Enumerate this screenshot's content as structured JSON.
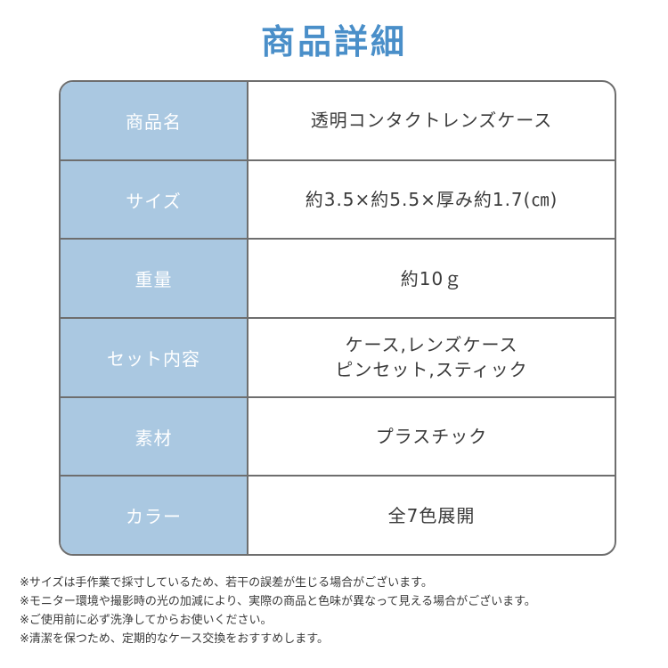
{
  "title": "商品詳細",
  "rows": [
    {
      "label": "商品名",
      "value": [
        "透明コンタクトレンズケース"
      ]
    },
    {
      "label": "サイズ",
      "value": [
        "約3.5×約5.5×厚み約1.7(㎝)"
      ]
    },
    {
      "label": "重量",
      "value": [
        "約10ｇ"
      ]
    },
    {
      "label": "セット内容",
      "value": [
        "ケース,レンズケース",
        "ピンセット,スティック"
      ]
    },
    {
      "label": "素材",
      "value": [
        "プラスチック"
      ]
    },
    {
      "label": "カラー",
      "value": [
        "全7色展開"
      ]
    }
  ],
  "notes": [
    "※サイズは手作業で採寸しているため、若干の誤差が生じる場合がございます。",
    "※モニター環境や撮影時の光の加減により、実際の商品と色味が異なって見える場合がございます。",
    "※ご使用前に必ず洗浄してからお使いください。",
    "※清潔を保つため、定期的なケース交換をおすすめします。"
  ]
}
